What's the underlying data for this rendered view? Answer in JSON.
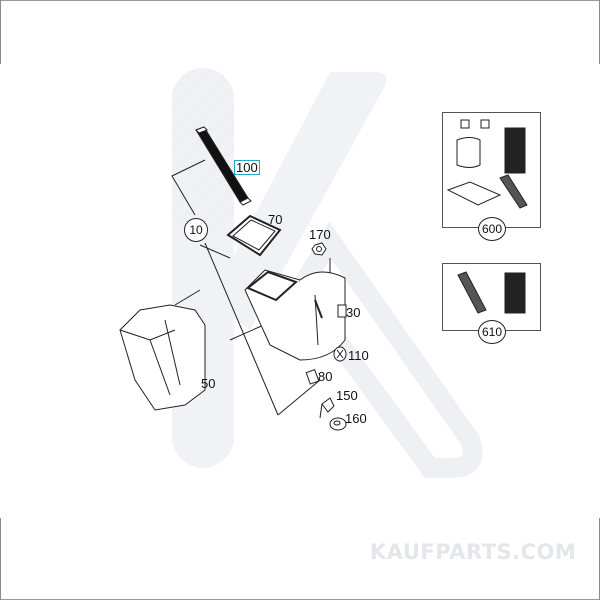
{
  "diagram": {
    "type": "exploded-parts-diagram",
    "subject": "air filter housing assembly",
    "callouts": [
      {
        "id": "100",
        "label": "100",
        "highlighted": true,
        "part": "air filter element"
      },
      {
        "id": "70",
        "label": "70",
        "part": "seal gasket"
      },
      {
        "id": "170",
        "label": "170",
        "part": "nut"
      },
      {
        "id": "30",
        "label": "30",
        "part": "clip"
      },
      {
        "id": "110",
        "label": "110",
        "part": "grommet"
      },
      {
        "id": "80",
        "label": "80",
        "part": "fastener"
      },
      {
        "id": "150",
        "label": "150",
        "part": "bracket"
      },
      {
        "id": "160",
        "label": "160",
        "part": "rubber bushing"
      },
      {
        "id": "50",
        "label": "50",
        "part": "housing lower section"
      }
    ],
    "group_labels": [
      {
        "id": "10",
        "label": "10"
      }
    ],
    "kits": [
      {
        "id": "600",
        "label": "600",
        "contents": [
          "fuel filter",
          "caps",
          "oil filter cartridge",
          "cabin filter",
          "air filter element"
        ]
      },
      {
        "id": "610",
        "label": "610",
        "contents": [
          "air filter element",
          "oil filter cartridge"
        ]
      }
    ]
  },
  "watermark": {
    "brand_text": "KAUFPARTS.COM",
    "logo": "k-logo-watermark"
  },
  "colors": {
    "highlight_border": "#2aa6c8",
    "watermark": "#e4e6ea",
    "line": "#222222",
    "frame": "#9a9a9a"
  }
}
